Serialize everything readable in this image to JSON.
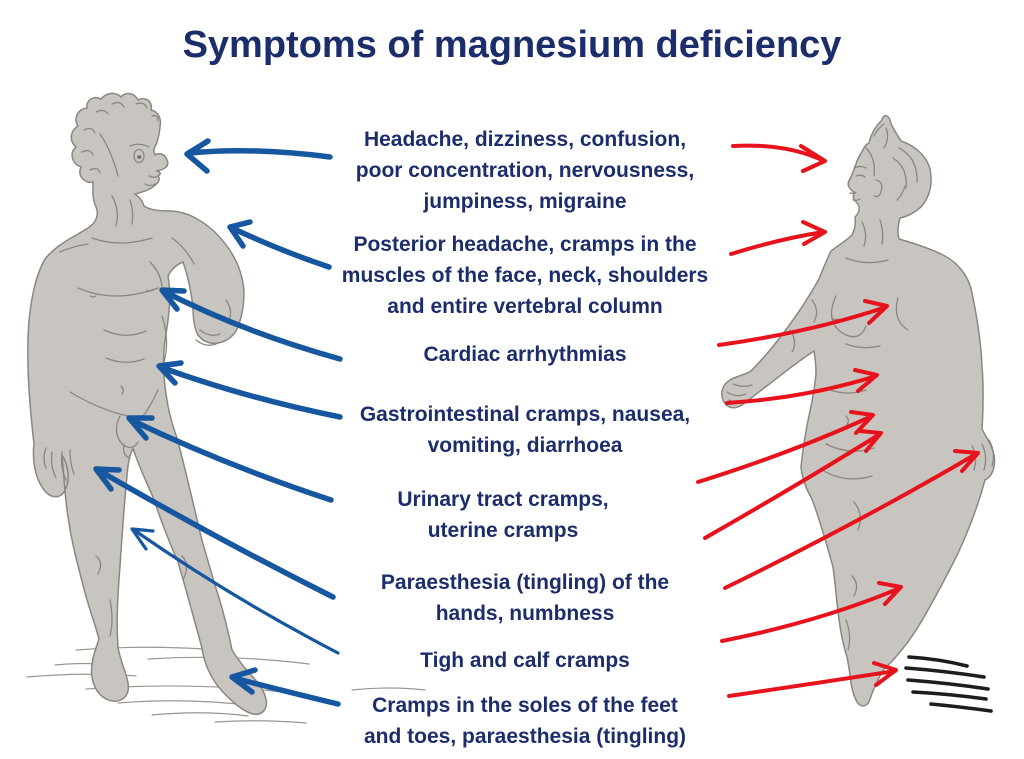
{
  "title": "Symptoms of magnesium deficiency",
  "symptoms": [
    {
      "text": "Headache, dizziness, confusion,\npoor concentration, nervousness,\njumpiness, migraine"
    },
    {
      "text": "Posterior headache, cramps in the\nmuscles of the face, neck, shoulders\nand entire vertebral column"
    },
    {
      "text": "Cardiac arrhythmias"
    },
    {
      "text": "Gastrointestinal cramps, nausea,\nvomiting, diarrhoea"
    },
    {
      "text": "Urinary tract cramps,\nuterine cramps"
    },
    {
      "text": "Paraesthesia (tingling) of the\nhands, numbness"
    },
    {
      "text": "Tigh and calf cramps"
    },
    {
      "text": "Cramps in the soles of the feet\nand toes, paraesthesia (tingling)"
    }
  ],
  "colors": {
    "background": "#ffffff",
    "title_text": "#1c2d6b",
    "symptom_text": "#1c2d6b",
    "blue_arrow": "#1657a0",
    "red_arrow": "#e8121c",
    "statue_fill": "#c8c5c0",
    "statue_outline": "#8a8781",
    "ground_sketch": "#9b978f",
    "ground_hatch": "#1d1d1b"
  }
}
